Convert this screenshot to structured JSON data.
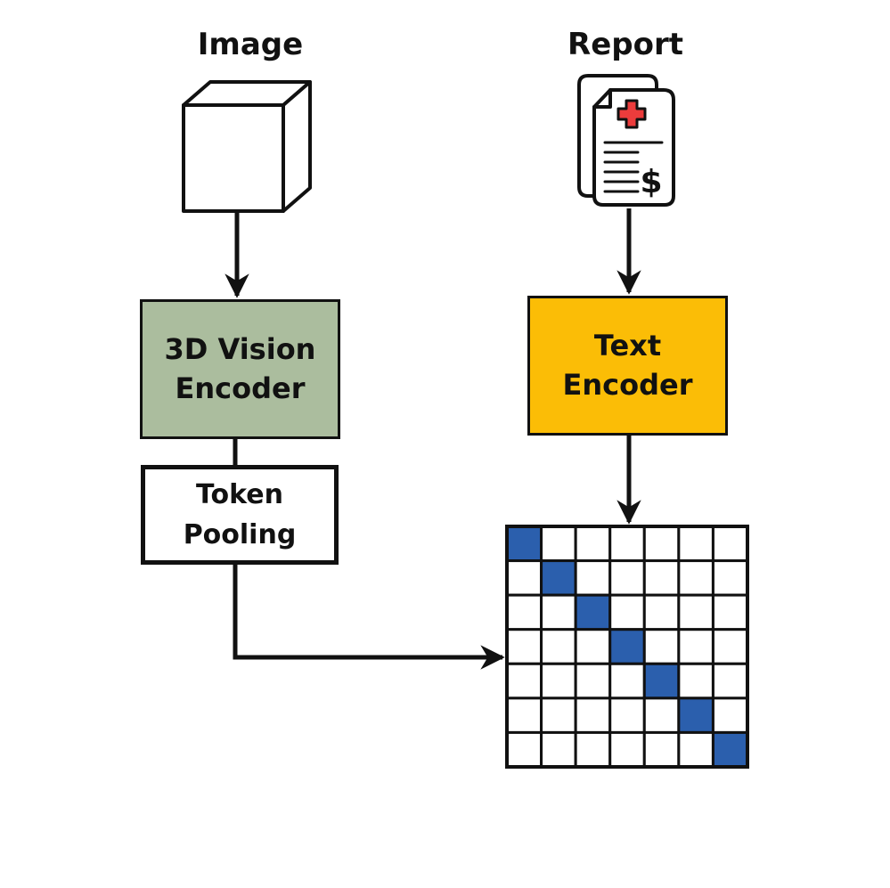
{
  "image_label": "Image",
  "report_label": "Report",
  "vision_encoder": {
    "line1": "3D Vision",
    "line2": "Encoder",
    "color": "#abbd9e"
  },
  "text_encoder": {
    "line1": "Text",
    "line2": "Encoder",
    "color": "#fbbd06"
  },
  "token_pooling": {
    "line1": "Token",
    "line2": "Pooling"
  },
  "similarity_matrix": {
    "rows": 7,
    "cols": 7,
    "highlight": "diagonal",
    "highlight_color": "#2b5fad"
  },
  "report_icon": {
    "cross_color": "#ec3c3c",
    "symbol": "$"
  },
  "icons": {
    "image": "cube-icon",
    "report": "medical-report-icon"
  }
}
